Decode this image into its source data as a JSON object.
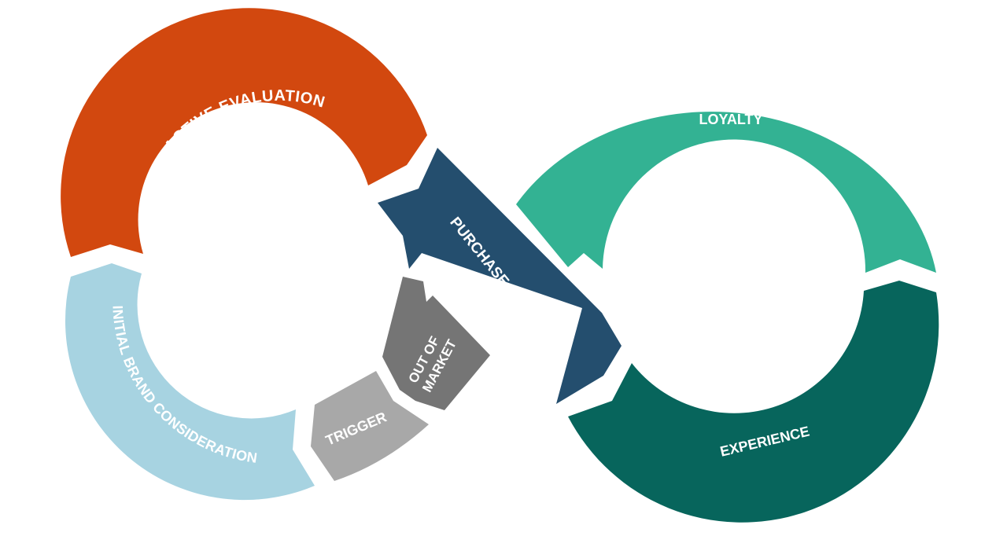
{
  "diagram": {
    "colors": {
      "background": "#ffffff",
      "active_evaluation": "#d2480f",
      "initial_brand_consideration": "#a7d3e1",
      "trigger": "#a8a8a8",
      "out_of_market": "#757575",
      "purchase_decision": "#244e6e",
      "loyalty": "#33b293",
      "experience": "#07655c",
      "label": "#ffffff"
    },
    "stages": {
      "active_evaluation": "ACTIVE EVALUATION",
      "initial_brand_consideration": "INITIAL BRAND CONSIDERATION",
      "trigger": "TRIGGER",
      "out_of_market": {
        "line1": "OUT OF",
        "line2": "MARKET"
      },
      "purchase_decision": "PURCHASE DECISION",
      "loyalty": "LOYALTY",
      "experience": "EXPERIENCE"
    }
  }
}
